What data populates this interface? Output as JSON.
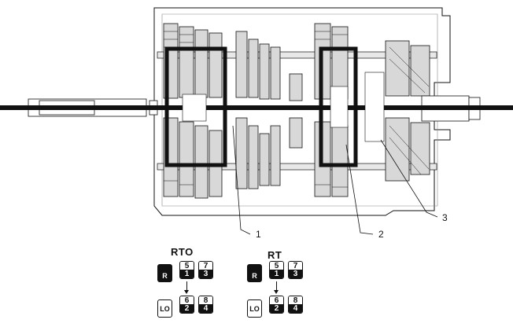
{
  "callouts": [
    "1",
    "2",
    "3"
  ],
  "shift_patterns": [
    {
      "title": "RTO",
      "top_row": {
        "reverse": "R",
        "keys": [
          {
            "top": "5",
            "bottom": "1"
          },
          {
            "top": "7",
            "bottom": "3"
          }
        ]
      },
      "bottom_row": {
        "low": "LO",
        "keys": [
          {
            "top": "6",
            "bottom": "2"
          },
          {
            "top": "8",
            "bottom": "4"
          }
        ]
      }
    },
    {
      "title": "RT",
      "top_row": {
        "reverse": "R",
        "keys": [
          {
            "top": "5",
            "bottom": "1"
          },
          {
            "top": "7",
            "bottom": "3"
          }
        ]
      },
      "bottom_row": {
        "low": "LO",
        "keys": [
          {
            "top": "6",
            "bottom": "2"
          },
          {
            "top": "8",
            "bottom": "4"
          }
        ]
      }
    }
  ],
  "colors": {
    "line": "#111111",
    "housing_fill": "#ffffff",
    "gear_fill": "#d8d8d8"
  }
}
